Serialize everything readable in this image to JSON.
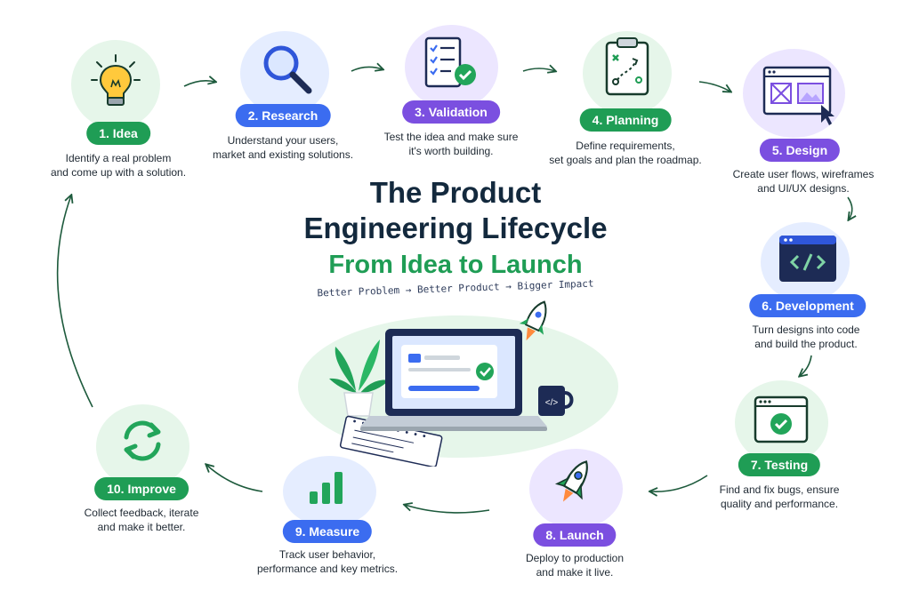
{
  "title": {
    "line1": "The Product",
    "line2": "Engineering Lifecycle",
    "subtitle": "From Idea to Launch",
    "tagline": "Better Problem → Better Product → Bigger Impact"
  },
  "steps": [
    {
      "label": "1. Idea",
      "line1": "Identify a real problem",
      "line2": "and come up with a solution.",
      "color": "green",
      "icon": "lightbulb-icon"
    },
    {
      "label": "2. Research",
      "line1": "Understand your users,",
      "line2": "market and existing solutions.",
      "color": "blue",
      "icon": "magnifier-icon"
    },
    {
      "label": "3. Validation",
      "line1": "Test the idea and make sure",
      "line2": "it's worth building.",
      "color": "purple",
      "icon": "checklist-icon"
    },
    {
      "label": "4. Planning",
      "line1": "Define requirements,",
      "line2": "set goals and plan the roadmap.",
      "color": "green",
      "icon": "clipboard-plan-icon"
    },
    {
      "label": "5. Design",
      "line1": "Create user flows, wireframes",
      "line2": "and UI/UX designs.",
      "color": "purple",
      "icon": "wireframe-icon"
    },
    {
      "label": "6. Development",
      "line1": "Turn designs into code",
      "line2": "and build the product.",
      "color": "blue",
      "icon": "code-window-icon"
    },
    {
      "label": "7. Testing",
      "line1": "Find and fix bugs, ensure",
      "line2": "quality and performance.",
      "color": "green",
      "icon": "browser-check-icon"
    },
    {
      "label": "8. Launch",
      "line1": "Deploy to production",
      "line2": "and make it live.",
      "color": "purple",
      "icon": "rocket-icon"
    },
    {
      "label": "9. Measure",
      "line1": "Track user behavior,",
      "line2": "performance and key metrics.",
      "color": "blue",
      "icon": "bar-chart-icon"
    },
    {
      "label": "10. Improve",
      "line1": "Collect feedback, iterate",
      "line2": "and make it better.",
      "color": "green",
      "icon": "refresh-cycle-icon"
    }
  ],
  "colors": {
    "green": "#1f9d55",
    "blue": "#3b6cf0",
    "purple": "#7b4fe0",
    "navy": "#13293d"
  }
}
